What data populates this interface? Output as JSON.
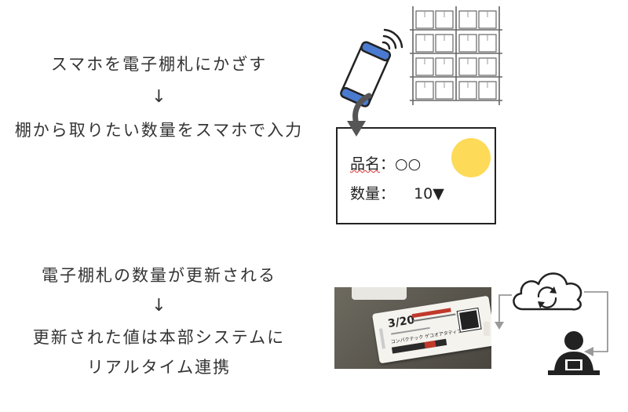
{
  "step1": {
    "line1": "スマホを電子棚札にかざす",
    "arrow": "↓",
    "line2": "棚から取りたい数量をスマホで入力"
  },
  "label_card": {
    "name_label": "品名",
    "name_colon": "：",
    "name_value": "○○",
    "qty_label": "数量：",
    "qty_value": "10▼"
  },
  "step2": {
    "line1": "電子棚札の数量が更新される",
    "arrow": "↓",
    "line2": "更新された値は本部システムに",
    "line3": "リアルタイム連携"
  },
  "esl_photo": {
    "date": "3/20",
    "product": "コンパクテック ゲコオアタティブ"
  },
  "colors": {
    "phone_blue": "#4a7bd0",
    "yellow_circle": "#fddb58",
    "text": "#333333"
  }
}
